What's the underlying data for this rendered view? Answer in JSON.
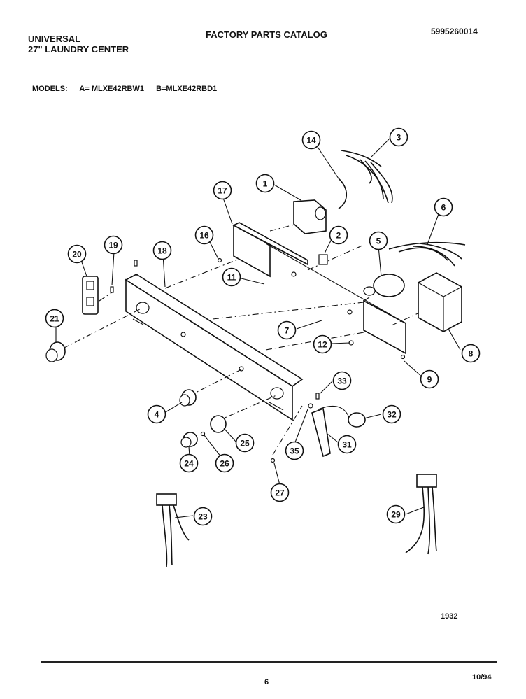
{
  "header": {
    "brand_line1": "UNIVERSAL",
    "brand_line2": "27\" LAUNDRY CENTER",
    "catalog_title": "FACTORY PARTS CATALOG",
    "part_number": "5995260014"
  },
  "models": {
    "label": "MODELS:",
    "model_a": "A= MLXE42RBW1",
    "model_b": "B=MLXE42RBD1"
  },
  "callouts": [
    "1",
    "2",
    "3",
    "4",
    "5",
    "6",
    "7",
    "8",
    "9",
    "11",
    "12",
    "14",
    "16",
    "17",
    "18",
    "19",
    "20",
    "21",
    "23",
    "24",
    "25",
    "26",
    "27",
    "29",
    "31",
    "32",
    "33",
    "35"
  ],
  "footer": {
    "figure_number": "1932",
    "page_number": "6",
    "date": "10/94"
  }
}
